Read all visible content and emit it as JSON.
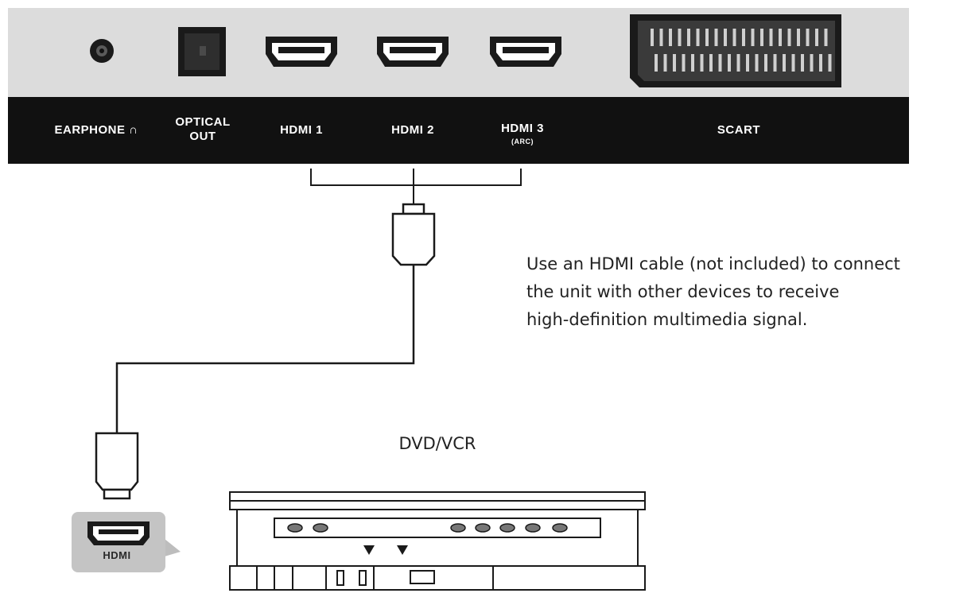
{
  "ports": [
    {
      "label": "EARPHONE ∩",
      "sublabel": ""
    },
    {
      "label": "OPTICAL",
      "sublabel": "OUT"
    },
    {
      "label": "HDMI 1",
      "sublabel": ""
    },
    {
      "label": "HDMI 2",
      "sublabel": ""
    },
    {
      "label": "HDMI 3",
      "sublabel": "(ARC)"
    },
    {
      "label": "SCART",
      "sublabel": ""
    }
  ],
  "instruction_text": "Use an HDMI cable (not included) to connect\nthe unit with other devices to receive\nhigh-definition multimedia signal.",
  "device_label": "DVD/VCR",
  "hdmi_badge_label": "HDMI",
  "colors": {
    "panel_background": "#dcdcdc",
    "label_bar": "#111111",
    "line": "#1a1a1a",
    "label_text": "#ffffff"
  },
  "icons": [
    "earphone-jack-icon",
    "optical-port-icon",
    "hdmi-port-icon",
    "scart-port-icon",
    "hdmi-plug-icon",
    "arrow-down-icon"
  ]
}
